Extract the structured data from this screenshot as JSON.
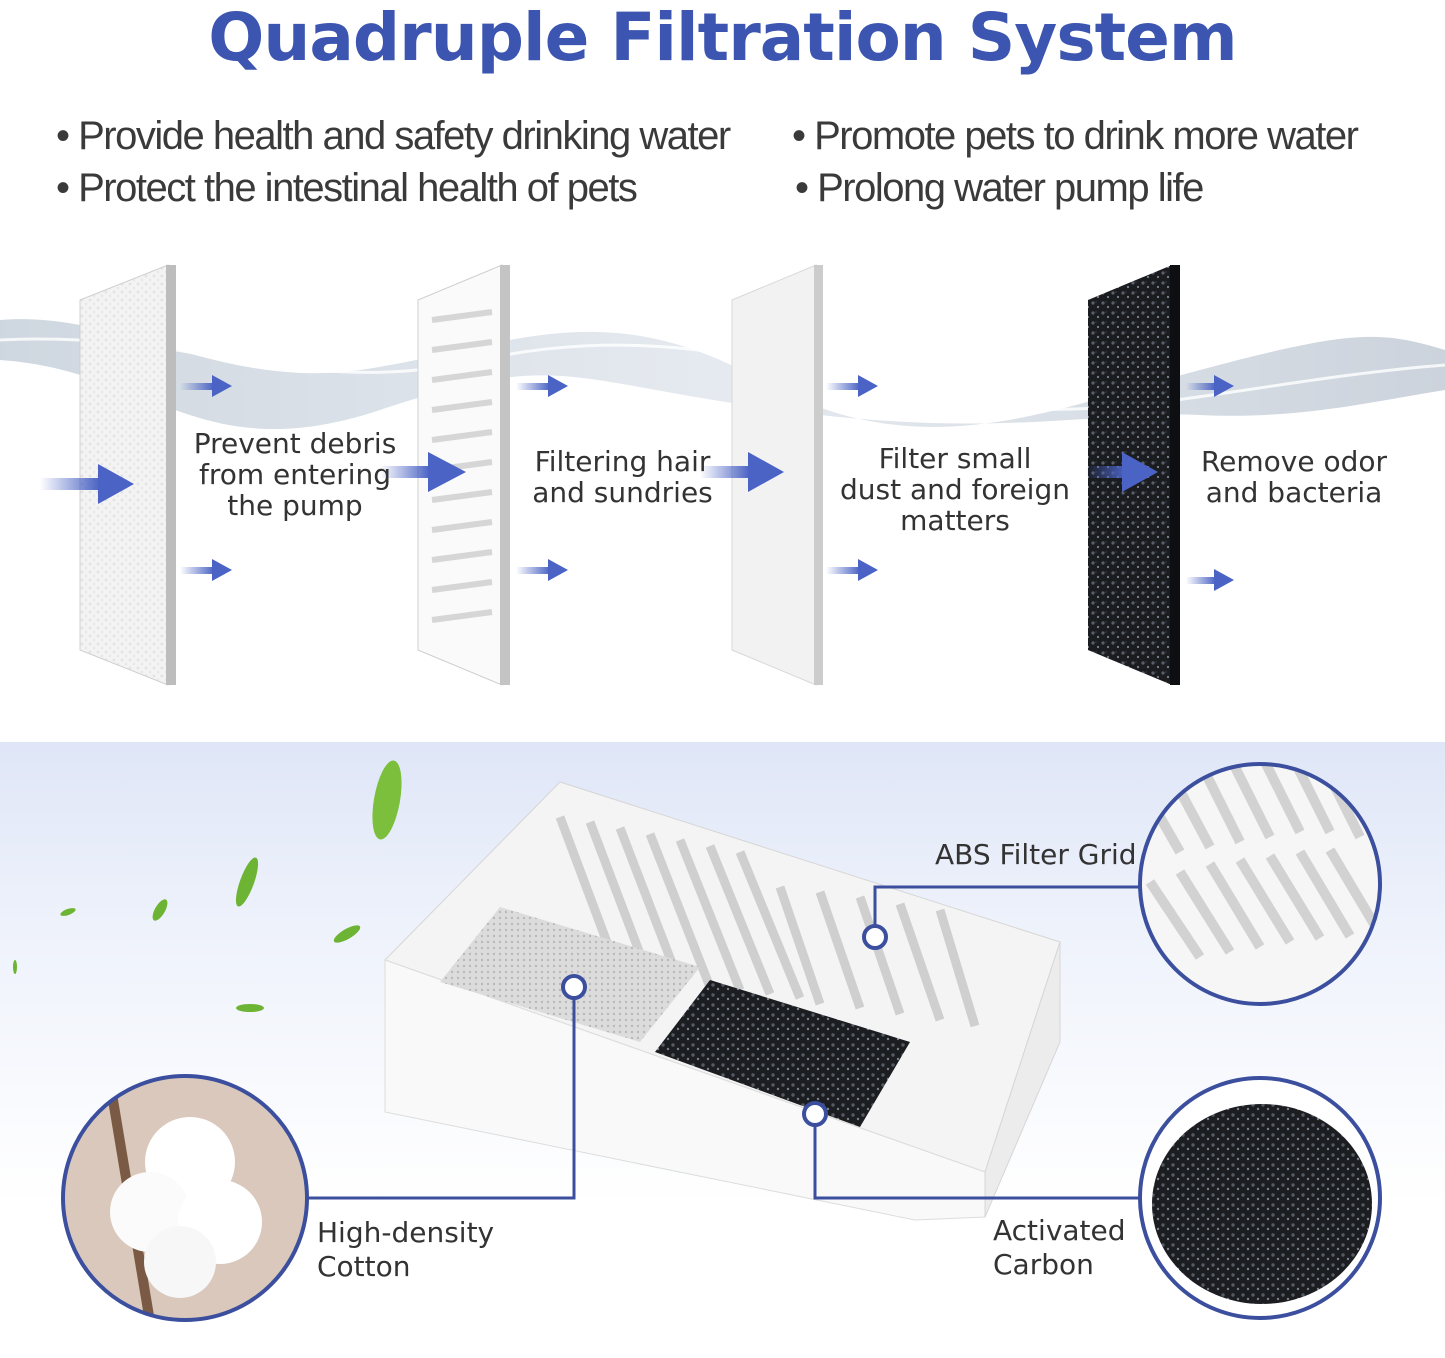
{
  "title": "Quadruple Filtration System",
  "bullets": [
    "Provide health and safety drinking water",
    "Protect the intestinal health of pets",
    "Promote pets to drink more water",
    "Prolong water pump life"
  ],
  "stages": [
    {
      "caption": "Prevent debris\nfrom entering\nthe pump",
      "icon": "foam-filter-icon"
    },
    {
      "caption": "Filtering hair\nand sundries",
      "icon": "filter-grid-icon"
    },
    {
      "caption": "Filter small\ndust and foreign\nmatters",
      "icon": "cotton-pad-icon"
    },
    {
      "caption": "Remove odor\nand bacteria",
      "icon": "carbon-filter-icon"
    }
  ],
  "callouts": {
    "grid": "ABS Filter Grid",
    "cotton": "High-density\nCotton",
    "carbon": "Activated\nCarbon"
  },
  "colors": {
    "accent": "#3b55b0",
    "arrow": "#4a63c4",
    "line": "#3b4f9e"
  }
}
